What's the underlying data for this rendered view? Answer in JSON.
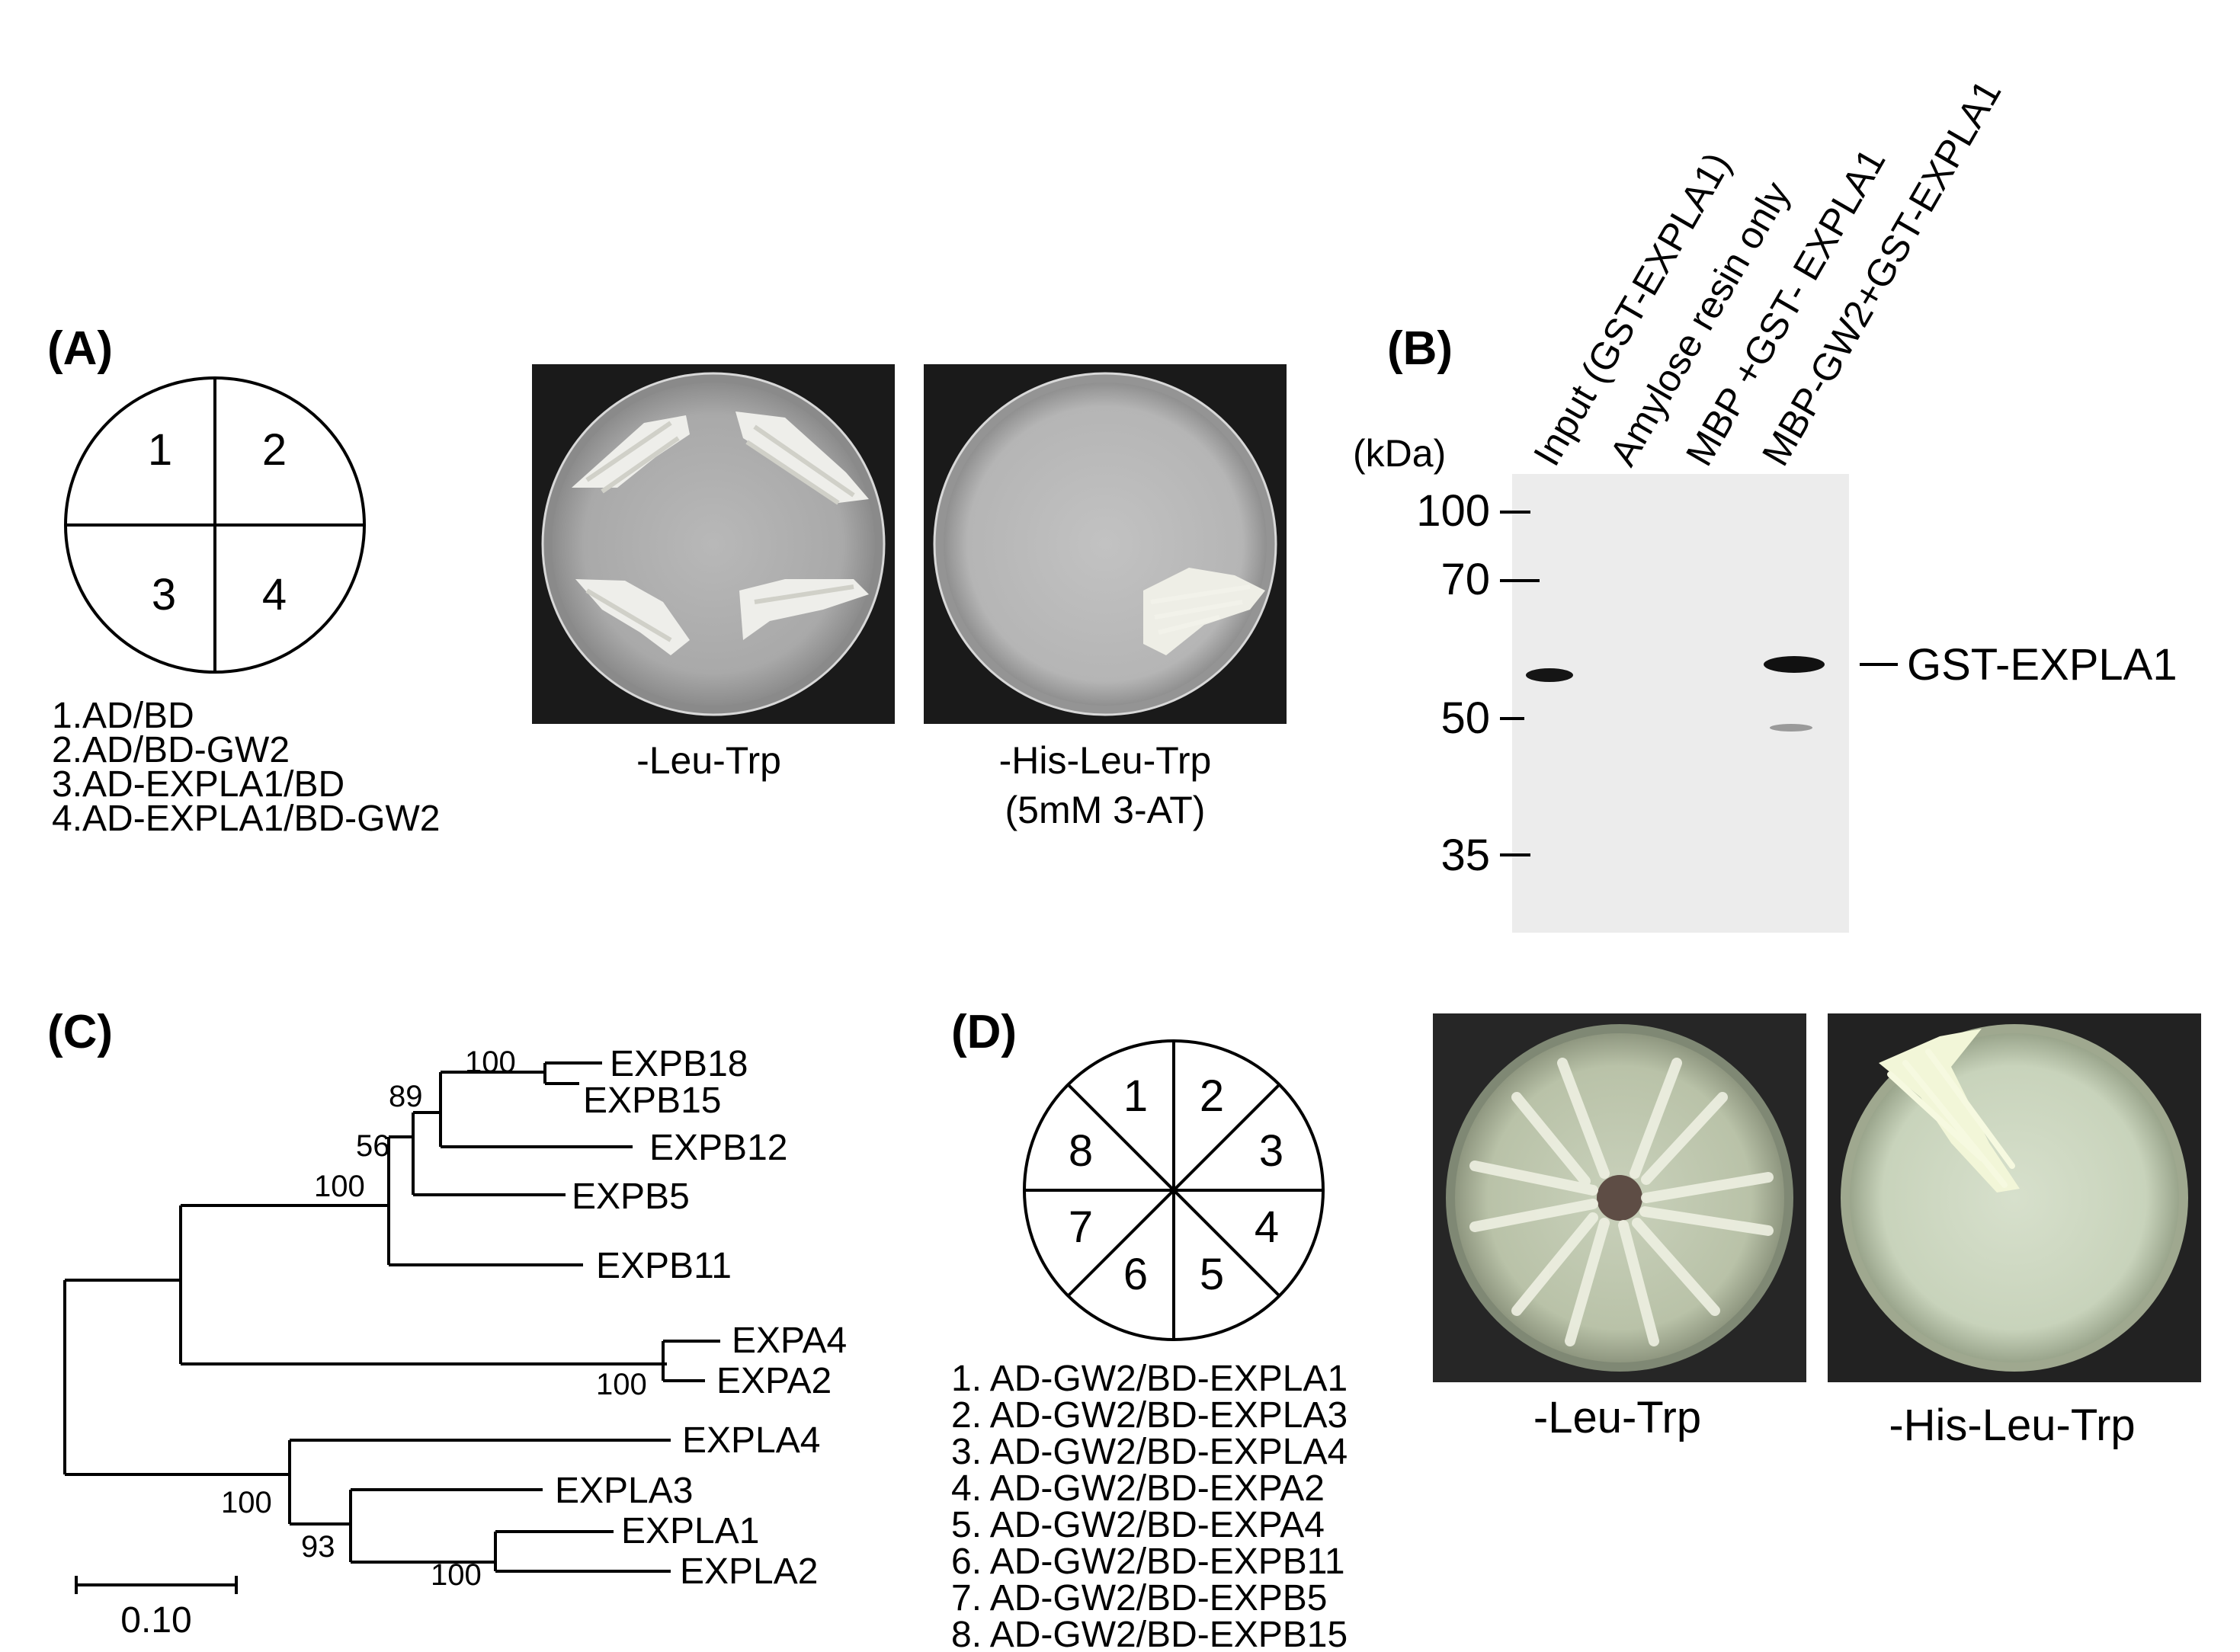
{
  "panels": {
    "a": {
      "label": "(A)",
      "sectors": [
        "1",
        "2",
        "3",
        "4"
      ],
      "legend": [
        "1.AD/BD",
        "2.AD/BD-GW2",
        "3.AD-EXPLA1/BD",
        "4.AD-EXPLA1/BD-GW2"
      ],
      "plate_captions": [
        "-Leu-Trp",
        "-His-Leu-Trp",
        "(5mM 3-AT)"
      ]
    },
    "b": {
      "label": "(B)",
      "unit": "(kDa)",
      "markers": [
        "100",
        "70",
        "50",
        "35"
      ],
      "lanes": [
        "Input (GST-EXPLA1)",
        "Amylose resin only",
        "MBP +GST- EXPLA1",
        "MBP-GW2+GST-EXPLA1"
      ],
      "band_label": "GST-EXPLA1"
    },
    "c": {
      "label": "(C)",
      "taxa": [
        "EXPB18",
        "EXPB15",
        "EXPB12",
        "EXPB5",
        "EXPB11",
        "EXPA4",
        "EXPA2",
        "EXPLA4",
        "EXPLA3",
        "EXPLA1",
        "EXPLA2"
      ],
      "bootstrap": [
        "100",
        "89",
        "56",
        "100",
        "100",
        "100",
        "93",
        "100"
      ],
      "scale": "0.10"
    },
    "d": {
      "label": "(D)",
      "sectors": [
        "1",
        "2",
        "3",
        "4",
        "5",
        "6",
        "7",
        "8"
      ],
      "legend": [
        "1. AD-GW2/BD-EXPLA1",
        "2. AD-GW2/BD-EXPLA3",
        "3. AD-GW2/BD-EXPLA4",
        "4. AD-GW2/BD-EXPA2",
        "5. AD-GW2/BD-EXPA4",
        "6. AD-GW2/BD-EXPB11",
        "7. AD-GW2/BD-EXPB5",
        "8. AD-GW2/BD-EXPB15"
      ],
      "plate_captions": [
        "-Leu-Trp",
        "-His-Leu-Trp"
      ]
    }
  },
  "colors": {
    "ink": "#000000",
    "plate_dark": "#1c1c1c",
    "agar_grey": "#b4b4b4",
    "agar_green": "#cdd8c0",
    "colony": "#eef0e2",
    "blot_bg": "#ececec",
    "band": "#151515"
  }
}
